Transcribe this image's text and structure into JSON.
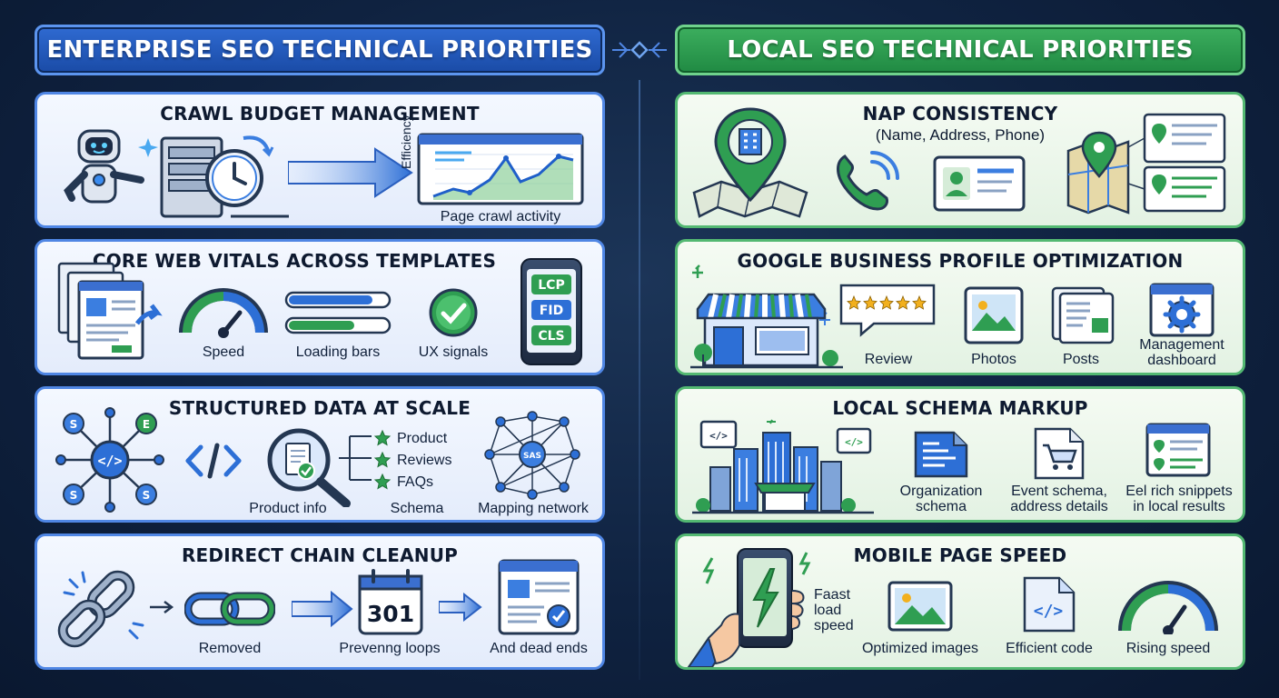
{
  "enterprise": {
    "title": "ENTERPRISE SEO TECHNICAL PRIORITIES",
    "sections": [
      {
        "title": "CRAWL BUDGET MANAGEMENT",
        "axis_label": "Efficiency",
        "chart_label": "Page crawl activity"
      },
      {
        "title": "CORE WEB VITALS ACROSS TEMPLATES",
        "labels": [
          "Speed",
          "Loading bars",
          "UX signals"
        ],
        "badges": [
          "LCP",
          "FID",
          "CLS"
        ]
      },
      {
        "title": "STRUCTURED DATA AT SCALE",
        "node_letters": [
          "S",
          "E",
          "S",
          "S"
        ],
        "schema_items": [
          "Product",
          "Reviews",
          "FAQs"
        ],
        "labels": [
          "Product info",
          "Schema",
          "Mapping network"
        ],
        "network_center": "SAS"
      },
      {
        "title": "REDIRECT CHAIN CLEANUP",
        "code": "301",
        "labels": [
          "Removed",
          "Prevenng loops",
          "And dead ends"
        ]
      }
    ]
  },
  "local": {
    "title": "LOCAL SEO TECHNICAL PRIORITIES",
    "sections": [
      {
        "title": "NAP CONSISTENCY",
        "subtitle": "(Name, Address, Phone)"
      },
      {
        "title": "GOOGLE BUSINESS PROFILE OPTIMIZATION",
        "labels": [
          "Review",
          "Photos",
          "Posts",
          "Management dashboard"
        ]
      },
      {
        "title": "LOCAL SCHEMA MARKUP",
        "labels": [
          "Organization schema",
          "Event schema, address details",
          "Eel rich snippets in local results"
        ]
      },
      {
        "title": "MOBILE PAGE SPEED",
        "labels": [
          "Faast load speed",
          "Optimized images",
          "Efficient code",
          "Rising speed"
        ]
      }
    ]
  },
  "colors": {
    "blue": "#2f6ad1",
    "green": "#2f9e52",
    "navy": "#0f2240"
  }
}
